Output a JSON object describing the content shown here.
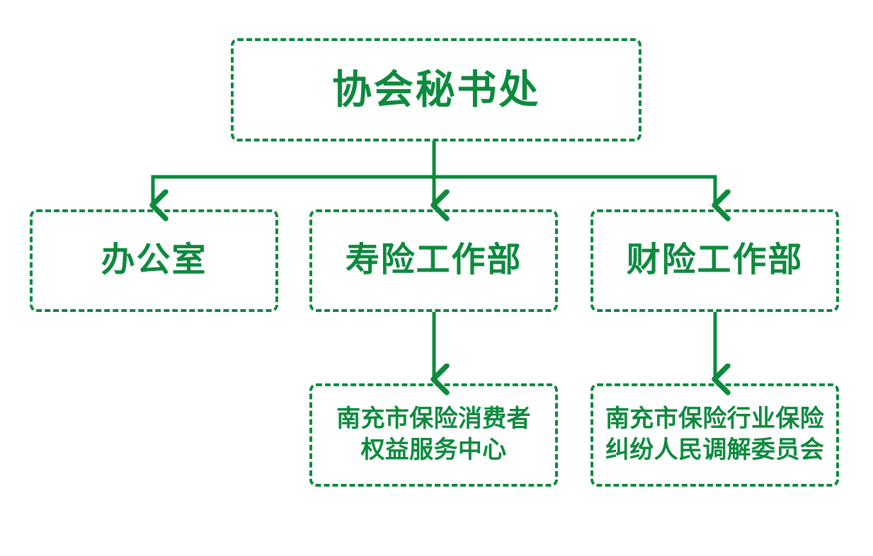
{
  "diagram": {
    "type": "organizational-chart",
    "orientation": "top-down",
    "accent_color": "#0d8a3e",
    "background_color": "#ffffff",
    "node_border_style": "dashed",
    "nodes": {
      "root": {
        "label": "协会秘书处",
        "level": 1
      },
      "office": {
        "label": "办公室",
        "level": 2
      },
      "life_insurance": {
        "label": "寿险工作部",
        "level": 2
      },
      "property_insurance": {
        "label": "财险工作部",
        "level": 2
      },
      "consumer_center": {
        "label": "南充市保险消费者\n权益服务中心",
        "level": 3
      },
      "mediation_committee": {
        "label": "南充市保险行业保险\n纠纷人民调解委员会",
        "level": 3
      }
    },
    "edges": [
      {
        "from": "root",
        "to": "office",
        "arrow": "down"
      },
      {
        "from": "root",
        "to": "life_insurance",
        "arrow": "down"
      },
      {
        "from": "root",
        "to": "property_insurance",
        "arrow": "down"
      },
      {
        "from": "life_insurance",
        "to": "consumer_center",
        "arrow": "down"
      },
      {
        "from": "property_insurance",
        "to": "mediation_committee",
        "arrow": "down"
      }
    ]
  }
}
